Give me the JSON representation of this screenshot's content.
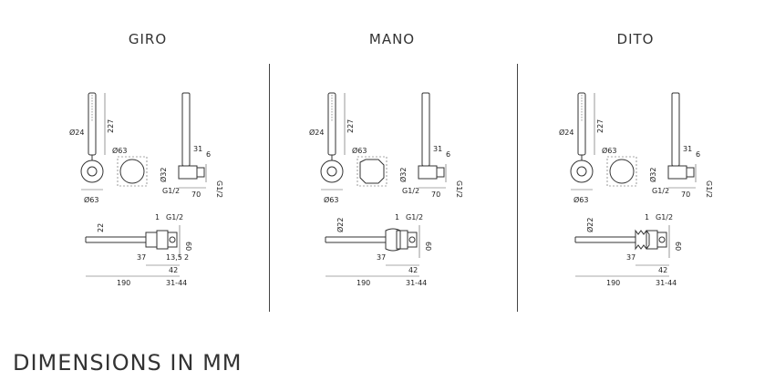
{
  "products": [
    {
      "id": "giro",
      "title": "GIRO",
      "handle": "round",
      "d_handshower": "Ø24",
      "h_handshower": "227",
      "d_cover": "Ø63",
      "d_valve": "Ø63",
      "d_elbow": "Ø32",
      "side_top": "31",
      "side_off": "6",
      "thread": "G1/2",
      "thread_v": "G1/2",
      "side_depth": "70",
      "d_body": "22",
      "d1": "1",
      "thread_top": "G1/2",
      "h60": "60",
      "d37": "37",
      "d135": "13,5",
      "d2": "2",
      "d42": "42",
      "d190": "190",
      "d3144": "31-44"
    },
    {
      "id": "mano",
      "title": "MANO",
      "handle": "square",
      "d_handshower": "Ø24",
      "h_handshower": "227",
      "d_cover": "Ø63",
      "d_valve": "Ø63",
      "d_elbow": "Ø32",
      "side_top": "31",
      "side_off": "6",
      "thread": "G1/2",
      "thread_v": "G1/2",
      "side_depth": "70",
      "d_body": "Ø22",
      "d1": "1",
      "thread_top": "G1/2",
      "h60": "60",
      "d37": "37",
      "d135": "",
      "d2": "",
      "d42": "42",
      "d190": "190",
      "d3144": "31-44"
    },
    {
      "id": "dito",
      "title": "DITO",
      "handle": "knurl",
      "d_handshower": "Ø24",
      "h_handshower": "227",
      "d_cover": "Ø63",
      "d_valve": "Ø63",
      "d_elbow": "Ø32",
      "side_top": "31",
      "side_off": "6",
      "thread": "G1/2",
      "thread_v": "G1/2",
      "side_depth": "70",
      "d_body": "Ø22",
      "d1": "1",
      "thread_top": "G1/2",
      "h60": "60",
      "d37": "37",
      "d135": "",
      "d2": "",
      "d42": "42",
      "d190": "190",
      "d3144": "31-44"
    }
  ],
  "footer": "DIMENSIONS IN MM"
}
